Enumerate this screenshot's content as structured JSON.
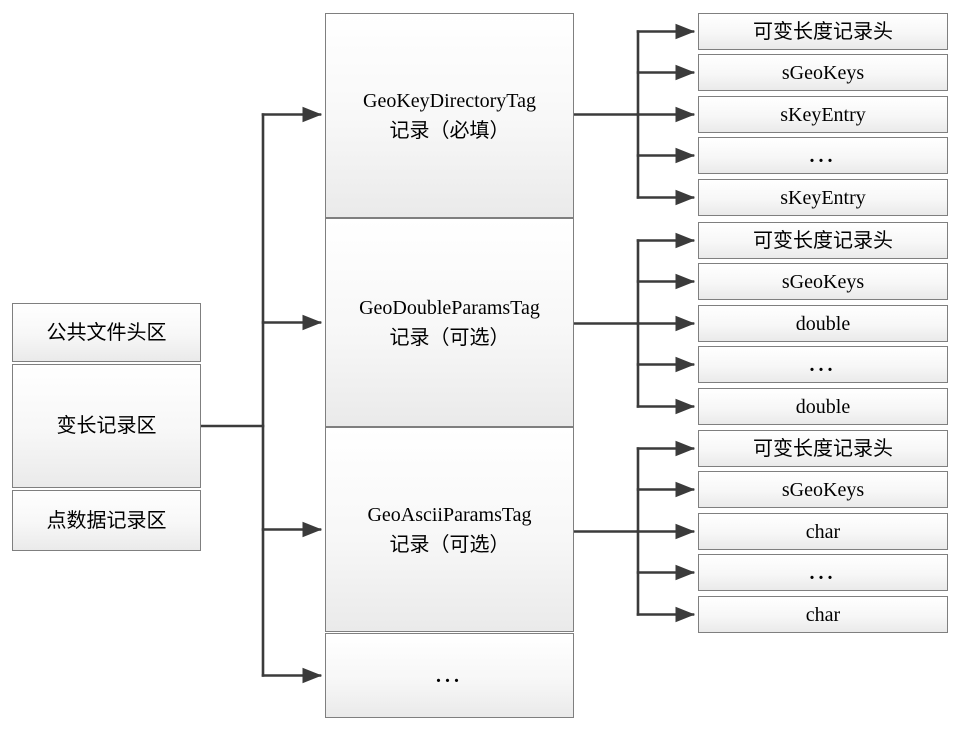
{
  "diagram": {
    "file_structure_box": {
      "cells": [
        "公共文件头区",
        "变长记录区",
        "点数据记录区"
      ]
    },
    "vlr_box": {
      "cells": [
        {
          "name": "GeoKeyDirectoryTag",
          "note": "记录（必填）"
        },
        {
          "name": "GeoDoubleParamsTag",
          "note": "记录（可选）"
        },
        {
          "name": "GeoAsciiParamsTag",
          "note": "记录（可选）"
        },
        {
          "name": "..."
        }
      ]
    },
    "record_groups": [
      {
        "cells": [
          "可变长度记录头",
          "sGeoKeys",
          "sKeyEntry",
          "...",
          "sKeyEntry"
        ]
      },
      {
        "cells": [
          "可变长度记录头",
          "sGeoKeys",
          "double",
          "...",
          "double"
        ]
      },
      {
        "cells": [
          "可变长度记录头",
          "sGeoKeys",
          "char",
          "...",
          "char"
        ]
      }
    ]
  },
  "colors": {
    "box_border": "#7f7f7f",
    "box_fill_top": "#ffffff",
    "box_fill_bottom": "#eaeaea",
    "connector": "#3b3b3b",
    "text": "#000000"
  }
}
